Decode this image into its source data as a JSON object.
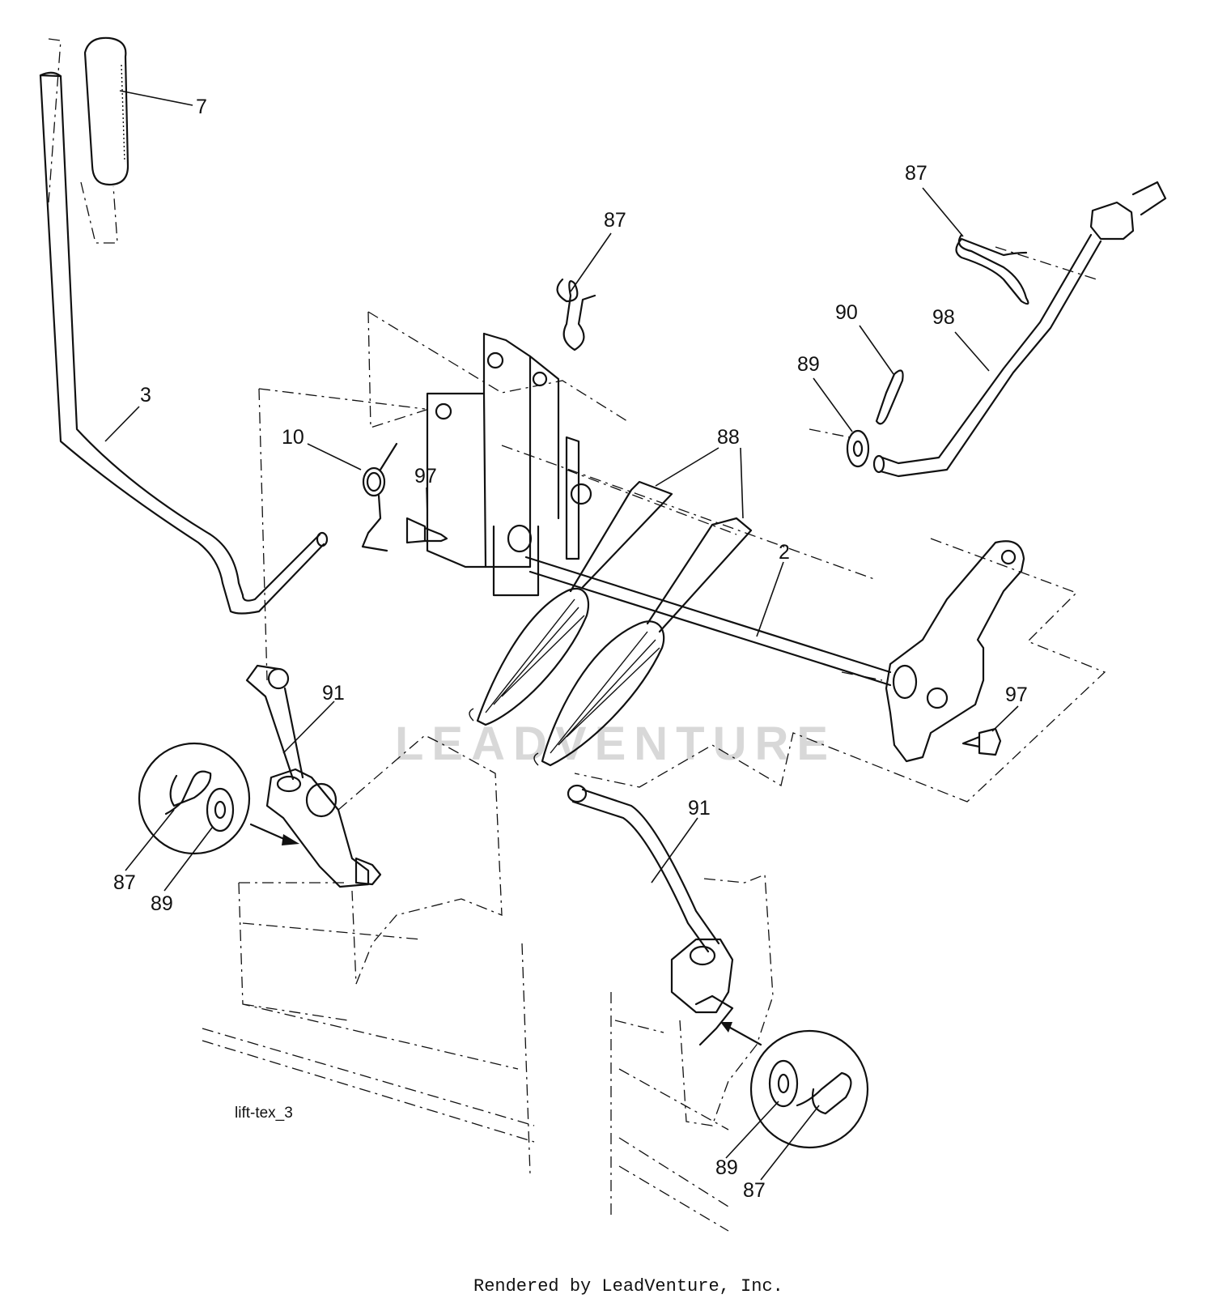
{
  "diagram": {
    "caption": "lift-tex_3",
    "watermark": "LEADVENTURE",
    "footer": "Rendered by LeadVenture, Inc.",
    "callouts": [
      {
        "id": "c7",
        "text": "7"
      },
      {
        "id": "c87a",
        "text": "87"
      },
      {
        "id": "c87b",
        "text": "87"
      },
      {
        "id": "c90",
        "text": "90"
      },
      {
        "id": "c98",
        "text": "98"
      },
      {
        "id": "c89a",
        "text": "89"
      },
      {
        "id": "c3",
        "text": "3"
      },
      {
        "id": "c10",
        "text": "10"
      },
      {
        "id": "c88",
        "text": "88"
      },
      {
        "id": "c97a",
        "text": "97"
      },
      {
        "id": "c2",
        "text": "2"
      },
      {
        "id": "c97b",
        "text": "97"
      },
      {
        "id": "c91a",
        "text": "91"
      },
      {
        "id": "c91b",
        "text": "91"
      },
      {
        "id": "c87c",
        "text": "87"
      },
      {
        "id": "c89b",
        "text": "89"
      },
      {
        "id": "c89c",
        "text": "89"
      },
      {
        "id": "c87d",
        "text": "87"
      }
    ]
  }
}
